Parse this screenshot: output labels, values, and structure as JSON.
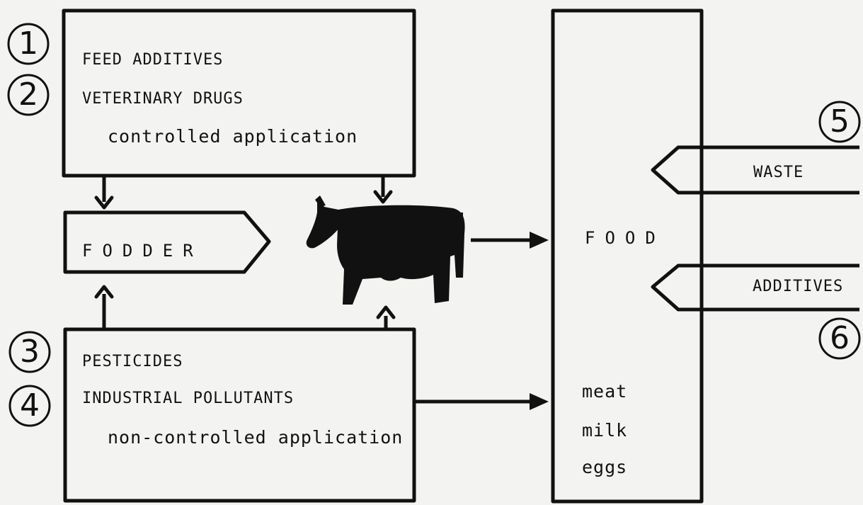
{
  "top_box": {
    "number_1": "1",
    "number_2": "2",
    "line1": "FEED  ADDITIVES",
    "line2": "VETERINARY  DRUGS",
    "line3": "controlled application"
  },
  "fodder": {
    "label": "FODDER"
  },
  "bottom_box": {
    "number_3": "3",
    "number_4": "4",
    "line1": "PESTICIDES",
    "line2": "INDUSTRIAL POLLUTANTS",
    "line3": "non-controlled application"
  },
  "food_box": {
    "title": "FOOD",
    "items": [
      "meat",
      "milk",
      "eggs"
    ]
  },
  "waste": {
    "number": "5",
    "label": "WASTE"
  },
  "additives_in": {
    "number": "6",
    "label": "ADDITIVES"
  },
  "animal": {
    "icon": "cow-icon"
  }
}
